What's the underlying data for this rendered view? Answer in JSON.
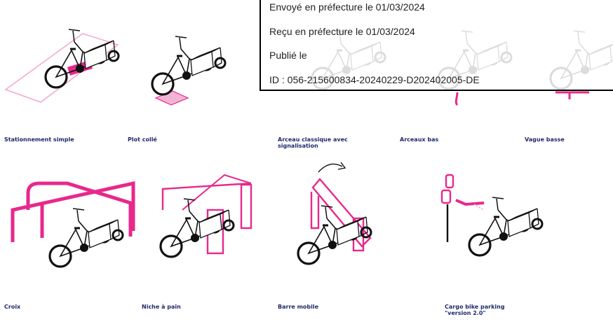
{
  "stamp": {
    "envoye": "Envoyé en préfecture le 01/03/2024",
    "recu": "Reçu en préfecture le 01/03/2024",
    "publie": "Publié le",
    "id": "ID : 056-215600834-20240229-D202402005-DE"
  },
  "captions": {
    "stationnement_simple": "Stationnement simple",
    "plot_colle": "Plot collé",
    "arceau_classique_1": "Arceau classique avec",
    "arceau_classique_2": "signalisation",
    "arceaux_bas": "Arceaux bas",
    "vague_basse": "Vague basse",
    "croix": "Croix",
    "niche_a_pain": "Niche à pain",
    "barre_mobile": "Barre mobile",
    "cargo_bike_1": "Cargo bike parking",
    "cargo_bike_2": "\"version 2.0\""
  },
  "colors": {
    "accent": "#e8288c",
    "caption": "#1f2a6b",
    "ink": "#111111"
  }
}
